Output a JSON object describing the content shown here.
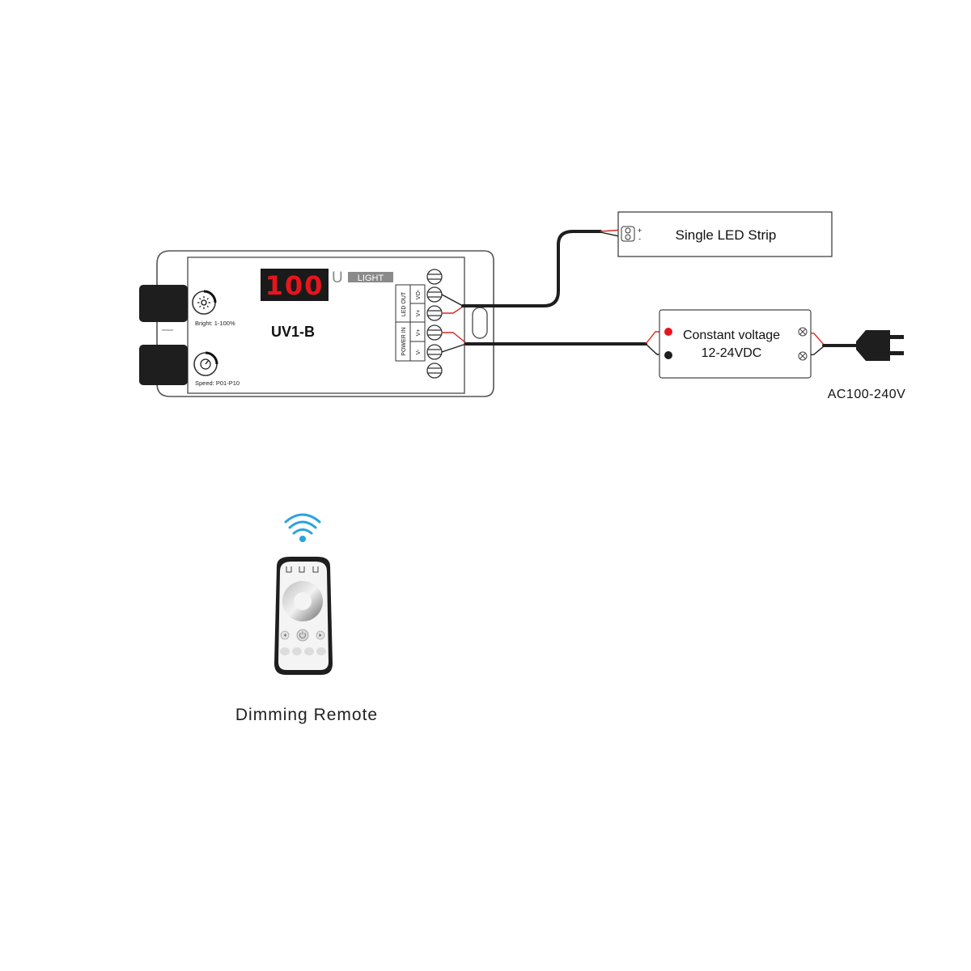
{
  "controller": {
    "display": "100",
    "brand_u": "U",
    "brand_light": "LIGHT",
    "model": "UV1-B",
    "bright_label": "Bright: 1-100%",
    "speed_label": "Speed: P01-P10",
    "terminal_group_out": "LED OUT",
    "terminal_group_in": "POWER IN",
    "terminal_vo_minus": "VO-",
    "terminal_v_plus_out": "V+",
    "terminal_v_plus_in": "V+",
    "terminal_v_minus_in": "V-"
  },
  "led_strip": {
    "label": "Single LED Strip",
    "plus": "+",
    "minus": "-"
  },
  "power_supply": {
    "line1": "Constant voltage",
    "line2": "12-24VDC",
    "ac_label": "AC100-240V"
  },
  "remote": {
    "label": "Dimming Remote"
  },
  "colors": {
    "wire_red": "#d7281f",
    "wire_black": "#1e1e1e",
    "display_red": "#e8141e",
    "signal_blue": "#29a3e0"
  }
}
